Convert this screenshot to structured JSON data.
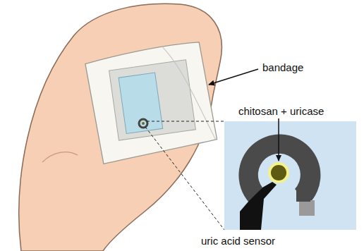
{
  "diagram": {
    "labels": [
      "bandage",
      "chitosan + uricase",
      "uric acid sensor"
    ]
  }
}
